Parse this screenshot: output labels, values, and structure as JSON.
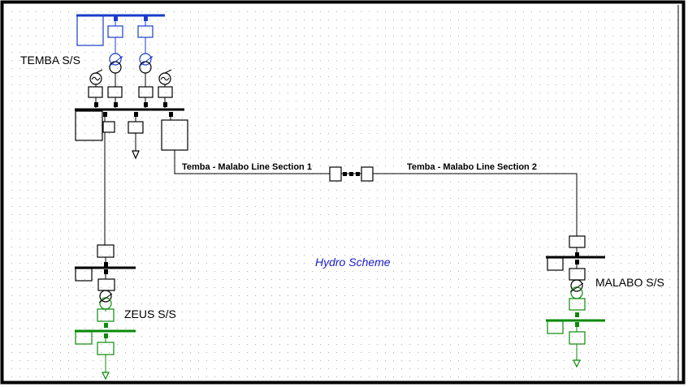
{
  "diagram": {
    "title": "Hydro Scheme",
    "substations": {
      "temba": "TEMBA S/S",
      "zeus": "ZEUS S/S",
      "malabo": "MALABO S/S"
    },
    "lines": {
      "section1": "Temba - Malabo Line Section 1",
      "section2": "Temba - Malabo Line Section 2"
    },
    "colors": {
      "bus_blue": "#1a3ccc",
      "bus_green": "#0a8a0a",
      "busbar": "#000000",
      "background_dot": "#b0b0b0",
      "title": "#1a1acc"
    }
  }
}
